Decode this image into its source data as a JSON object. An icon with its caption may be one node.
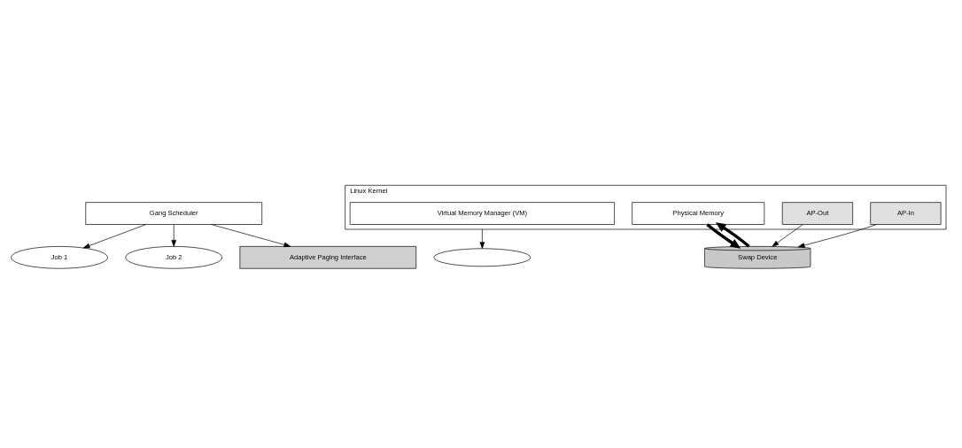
{
  "diagram": {
    "nodes": [
      {
        "text": [
          "Job 1"
        ]
      },
      {
        "text": [
          "Job 2"
        ]
      },
      {
        "text": [],
        "shape": "ellipse"
      },
      {
        "text": [
          "Gang Scheduler"
        ]
      },
      {
        "text": [
          "Adaptive Paging Interface"
        ]
      },
      {
        "text": [
          "Linux Kernel"
        ]
      },
      {
        "text": [
          "Virtual Memory Manager (VM)"
        ],
        "in": 5
      },
      {
        "text": [
          "AP-Out"
        ],
        "in": 5
      },
      {
        "text": [
          "Physical Memory"
        ],
        "in": 5
      },
      {
        "text": [
          "AP-In"
        ],
        "in": 5
      },
      {
        "text": [
          "Swap Device"
        ]
      }
    ],
    "edges": [
      {
        "from": 3,
        "to": 0,
        "arrow": "to"
      },
      {
        "from": 3,
        "to": 1,
        "arrow": "to"
      },
      {
        "from": 3,
        "to": 4,
        "arrow": "to"
      },
      {
        "from": 5,
        "to": 2,
        "arrow": "to"
      },
      {
        "from": 7,
        "to": 10,
        "arrow": "to"
      },
      {
        "from": 9,
        "to": 10,
        "arrow": "to"
      },
      {
        "from": 10,
        "to": 8,
        "arrow": "to",
        "style": "thick"
      },
      {
        "from": 8,
        "to": 10,
        "arrow": "to",
        "style": "thick"
      }
    ]
  }
}
